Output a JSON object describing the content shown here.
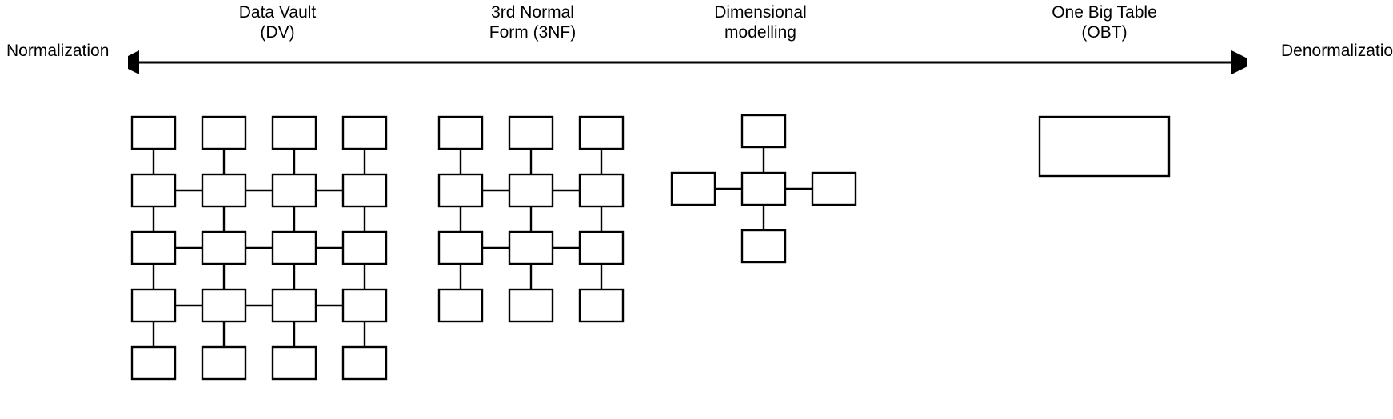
{
  "axis": {
    "left_label": "Normalization",
    "right_label": "Denormalization",
    "arrow_style": "double-headed-horizontal"
  },
  "approaches": [
    {
      "id": "data-vault",
      "caption_line_1": "Data Vault",
      "caption_line_2": "(DV)",
      "schema": {
        "type": "grid",
        "columns": 4,
        "rows": 5,
        "box_count": 20,
        "linked_rows": [
          2,
          3,
          4
        ]
      }
    },
    {
      "id": "third-normal-form",
      "caption_line_1": "3rd Normal",
      "caption_line_2": "Form (3NF)",
      "schema": {
        "type": "grid",
        "columns": 3,
        "rows": 4,
        "box_count": 12,
        "linked_rows": [
          2,
          3
        ]
      }
    },
    {
      "id": "dimensional-modelling",
      "caption_line_1": "Dimensional",
      "caption_line_2": "modelling",
      "schema": {
        "type": "star",
        "box_count": 4,
        "satellites": [
          "top",
          "left",
          "right",
          "bottom"
        ]
      }
    },
    {
      "id": "one-big-table",
      "caption_line_1": "One Big Table",
      "caption_line_2": "(OBT)",
      "schema": {
        "type": "single-box",
        "box_count": 1
      }
    }
  ],
  "colors": {
    "stroke": "#000000",
    "fill": "#ffffff",
    "background": "#ffffff",
    "text": "#000000"
  }
}
